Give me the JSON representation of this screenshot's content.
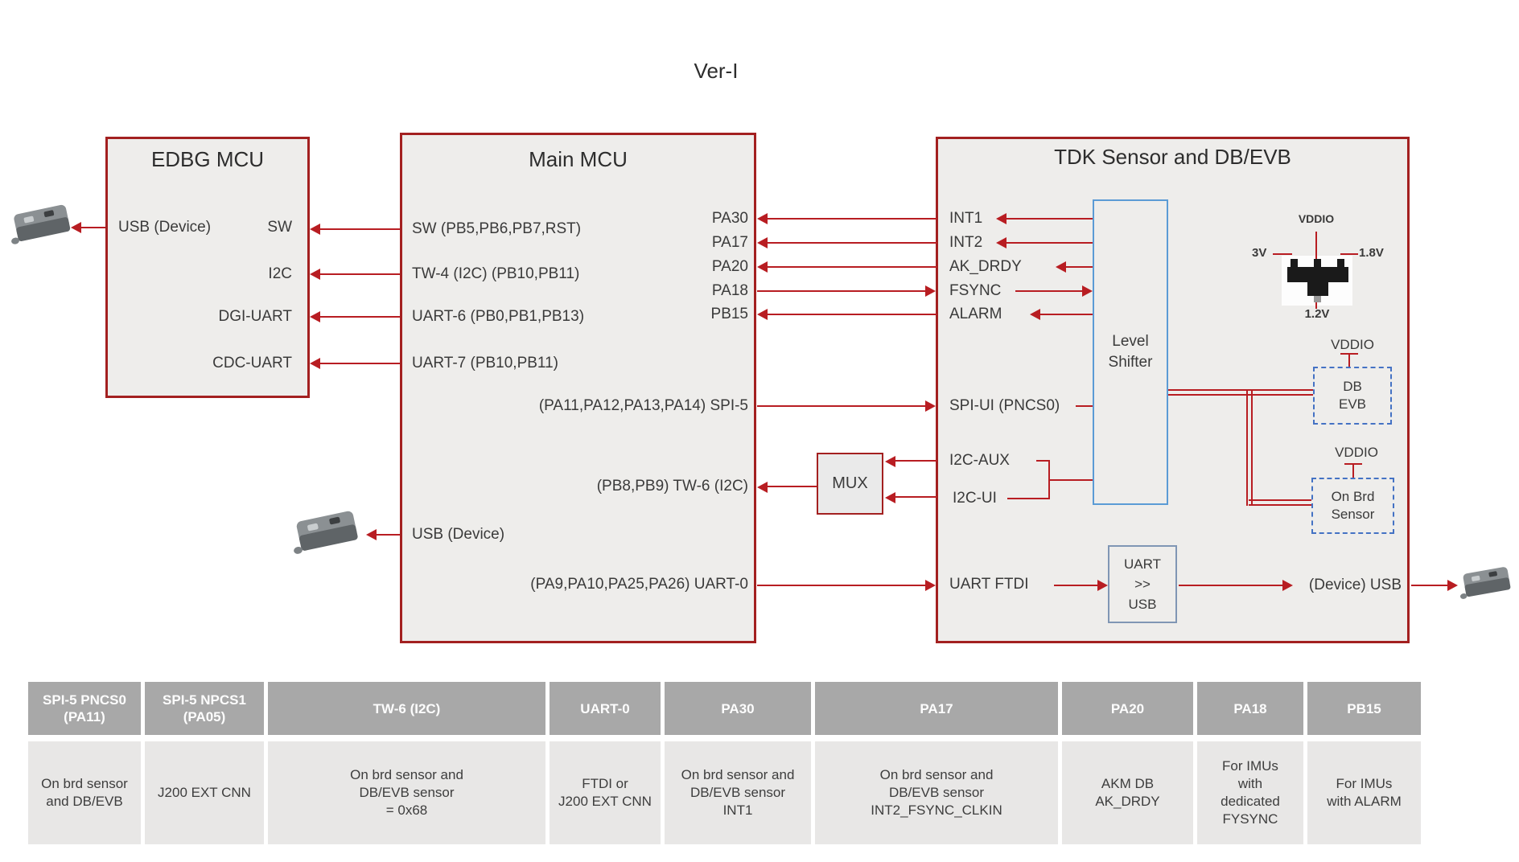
{
  "diagram_title": "Ver-I",
  "colors": {
    "box_border": "#a32020",
    "line": "#b81d22",
    "box_fill": "#eeedeb",
    "blue_border": "#5b9bd5",
    "dashed_border": "#4472c4",
    "table_header_bg": "#a8a8a8",
    "table_body_bg": "#e8e7e6"
  },
  "edbg": {
    "title": "EDBG MCU",
    "usb": "USB (Device)",
    "sw": "SW",
    "i2c": "I2C",
    "dgi": "DGI-UART",
    "cdc": "CDC-UART"
  },
  "main": {
    "title": "Main MCU",
    "sw": "SW (PB5,PB6,PB7,RST)",
    "tw4": "TW-4 (I2C) (PB10,PB11)",
    "uart6": "UART-6 (PB0,PB1,PB13)",
    "uart7": "UART-7 (PB10,PB11)",
    "pa30": "PA30",
    "pa17": "PA17",
    "pa20": "PA20",
    "pa18": "PA18",
    "pb15": "PB15",
    "spi5": "(PA11,PA12,PA13,PA14)  SPI-5",
    "tw6": "(PB8,PB9) TW-6 (I2C)",
    "usb": "USB (Device)",
    "uart0": "(PA9,PA10,PA25,PA26)  UART-0"
  },
  "mux": {
    "label": "MUX"
  },
  "tdk": {
    "title": "TDK Sensor and DB/EVB",
    "int1": "INT1",
    "int2": "INT2",
    "ak_drdy": "AK_DRDY",
    "fsync": "FSYNC",
    "alarm": "ALARM",
    "spi_ui": "SPI-UI (PNCS0)",
    "i2c_aux": "I2C-AUX",
    "i2c_ui": "I2C-UI",
    "uart_ftdi": "UART FTDI",
    "level_shifter": "Level\nShifter",
    "uart_usb_bridge": "UART\n>>\nUSB",
    "db_evb": "DB\nEVB",
    "on_brd_sensor": "On Brd\nSensor",
    "vddio": "VDDIO",
    "v3": "3V",
    "v18": "1.8V",
    "v12": "1.2V",
    "device_usb": "(Device) USB"
  },
  "table": {
    "columns": [
      {
        "header": "SPI-5 PNCS0\n(PA11)",
        "cell": "On brd sensor\nand DB/EVB"
      },
      {
        "header": "SPI-5 NPCS1\n(PA05)",
        "cell": "J200 EXT CNN"
      },
      {
        "header": "TW-6 (I2C)",
        "cell": "On brd sensor and\nDB/EVB sensor\n= 0x68"
      },
      {
        "header": "UART-0",
        "cell": "FTDI or\nJ200 EXT CNN"
      },
      {
        "header": "PA30",
        "cell": "On brd sensor and\nDB/EVB sensor\nINT1"
      },
      {
        "header": "PA17",
        "cell": "On brd sensor and\nDB/EVB sensor\nINT2_FSYNC_CLKIN"
      },
      {
        "header": "PA20",
        "cell": "AKM DB\nAK_DRDY"
      },
      {
        "header": "PA18",
        "cell": "For IMUs\nwith\ndedicated\nFYSYNC"
      },
      {
        "header": "PB15",
        "cell": "For IMUs\nwith ALARM"
      }
    ]
  }
}
